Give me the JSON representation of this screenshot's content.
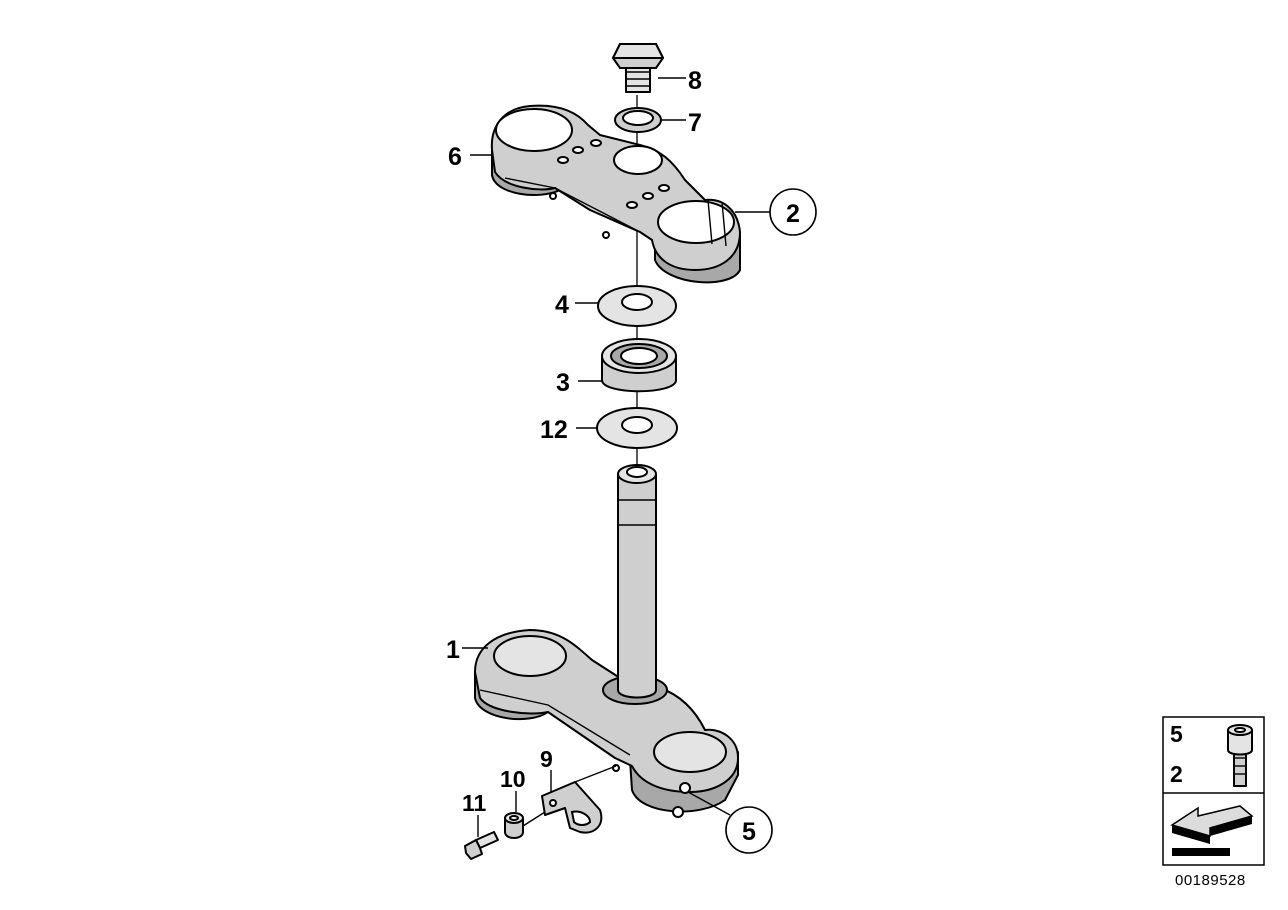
{
  "diagram": {
    "document_number": "00189528",
    "part_labels": {
      "p1": "1",
      "p2": "2",
      "p3": "3",
      "p4": "4",
      "p5": "5",
      "p6": "6",
      "p7": "7",
      "p8": "8",
      "p9": "9",
      "p10": "10",
      "p11": "11",
      "p12": "12"
    },
    "legend": {
      "top_number": "5",
      "bottom_number": "2"
    }
  }
}
